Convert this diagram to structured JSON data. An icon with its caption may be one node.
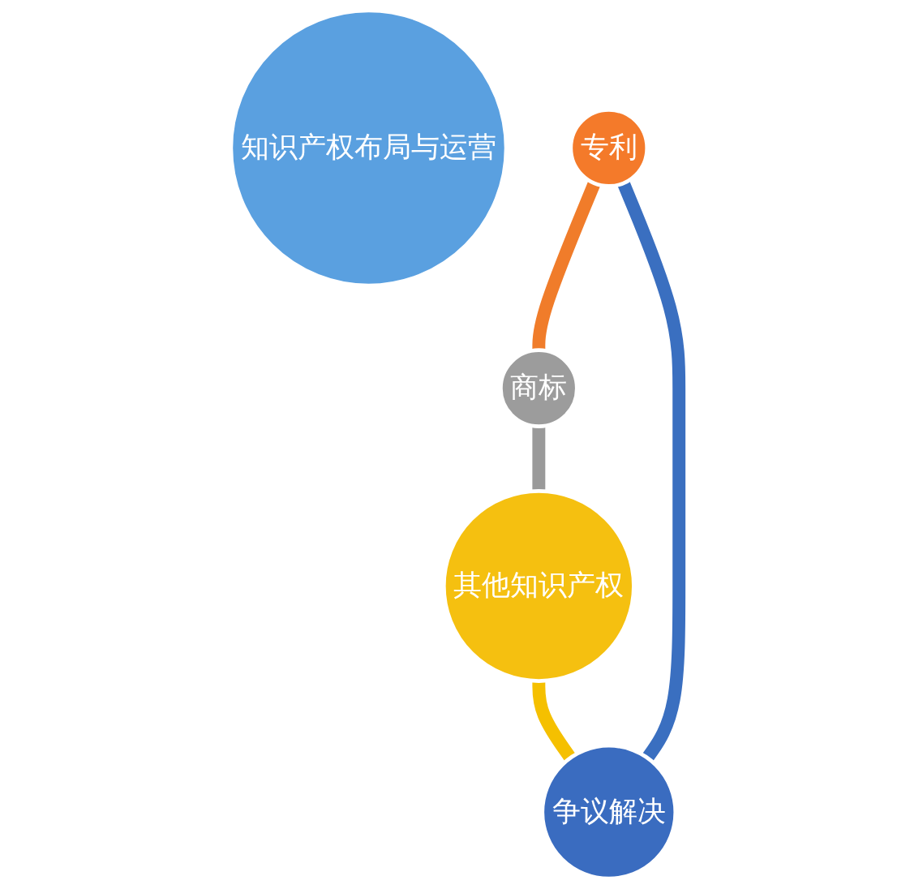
{
  "diagram": {
    "nodes": [
      {
        "text": [
          "知识产权布局与运营"
        ]
      },
      {
        "text": [
          "专利"
        ]
      },
      {
        "text": [
          "商标"
        ]
      },
      {
        "text": [
          "其他知识产权"
        ]
      },
      {
        "text": [
          "争议解决"
        ]
      }
    ],
    "edges": [
      {
        "from": 1,
        "to": 2,
        "arrow": "none",
        "color": "#f07c2a"
      },
      {
        "from": 2,
        "to": 3,
        "arrow": "none",
        "color": "#9a9a9a"
      },
      {
        "from": 3,
        "to": 4,
        "arrow": "none",
        "color": "#f5c000"
      },
      {
        "from": 4,
        "to": 1,
        "arrow": "none",
        "color": "#3a6fc0"
      }
    ]
  }
}
